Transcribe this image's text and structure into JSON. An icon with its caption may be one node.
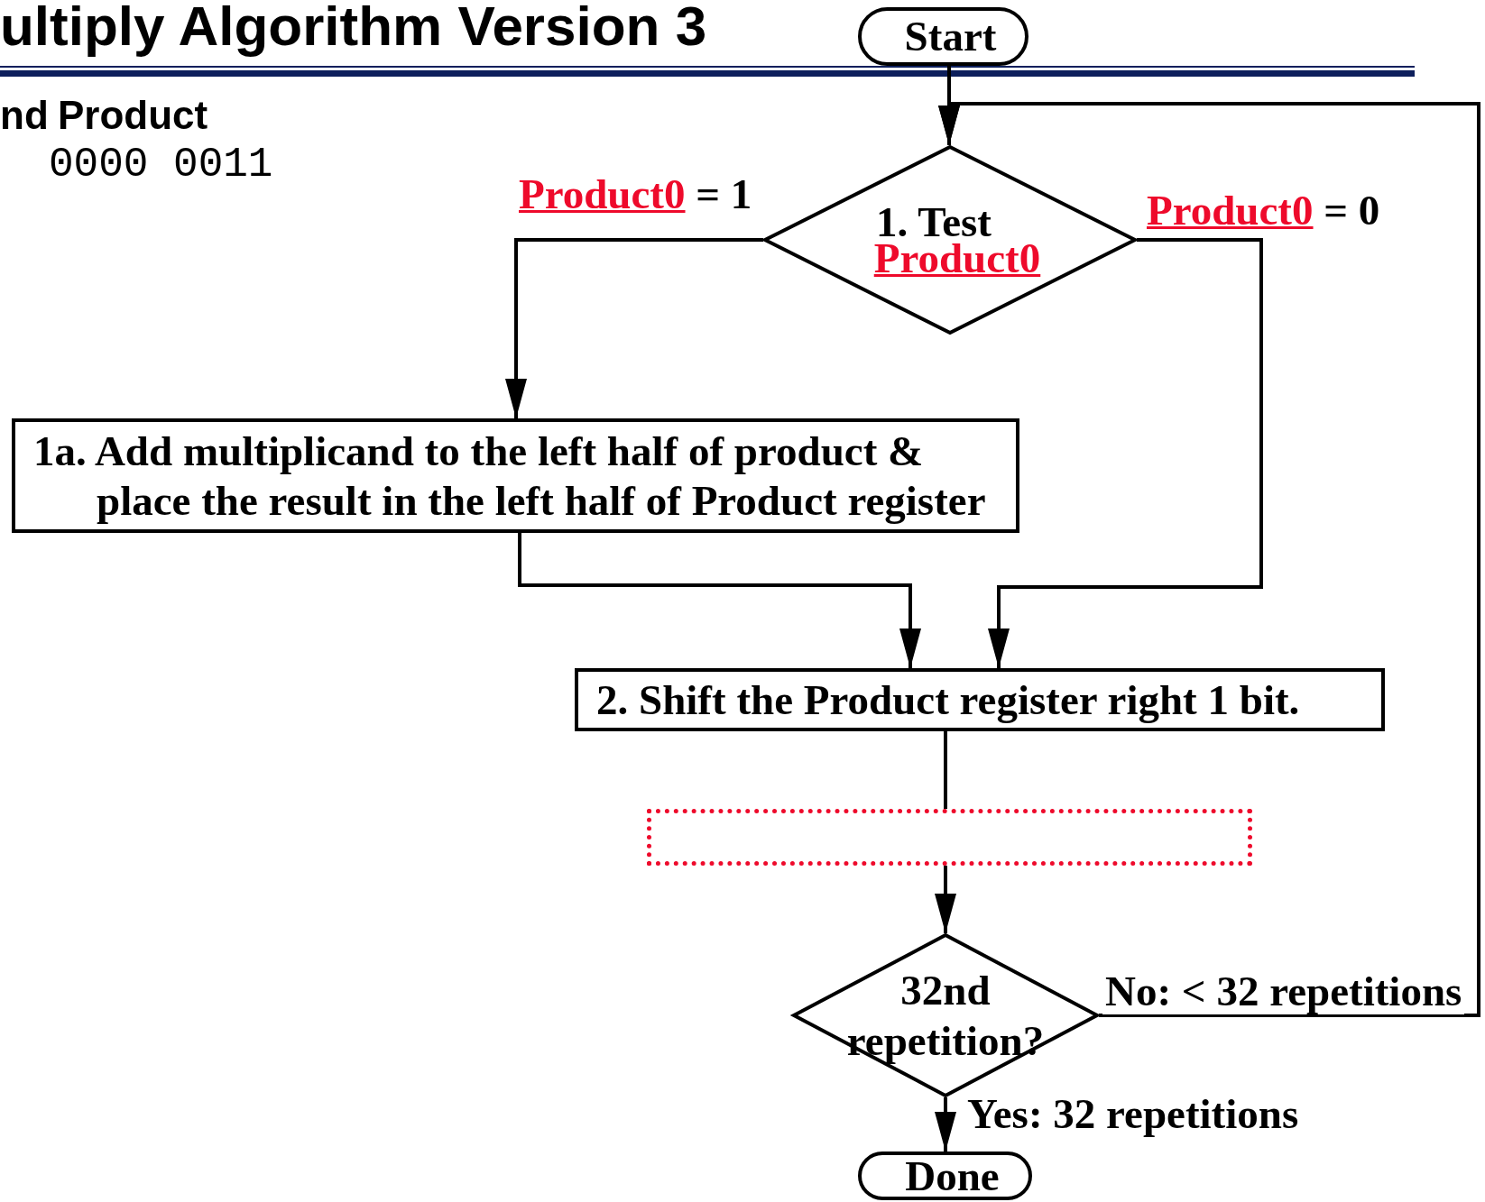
{
  "diagram": {
    "title": "ultiply Algorithm Version 3",
    "nodes": [
      {
        "text": [
          "Start"
        ]
      },
      {
        "text": [
          "1. Test",
          "Product0"
        ]
      },
      {
        "text": [
          "1a. Add multiplicand to the left half of product & place the result in the left half of Product register"
        ]
      },
      {
        "text": [
          "2. Shift the Product register right 1 bit."
        ]
      },
      {
        "text": [],
        "shape": "box"
      },
      {
        "text": [
          "32nd repetition?"
        ]
      },
      {
        "text": [
          "Done"
        ]
      }
    ],
    "edges": [
      {
        "from": 0,
        "to": 1,
        "arrow": "to"
      },
      {
        "from": 1,
        "to": 2,
        "arrow": "to",
        "label": "Product0 = 1"
      },
      {
        "from": 1,
        "to": 3,
        "arrow": "to",
        "label": "Product0 = 0"
      },
      {
        "from": 2,
        "to": 3,
        "arrow": "to"
      },
      {
        "from": 3,
        "to": 4,
        "arrow": "none"
      },
      {
        "from": 4,
        "to": 5,
        "arrow": "to"
      },
      {
        "from": 5,
        "to": 1,
        "arrow": "to",
        "label": "No: < 32 repetitions"
      },
      {
        "from": 5,
        "to": 6,
        "arrow": "to",
        "label": "Yes: 32 repetitions"
      }
    ],
    "labels": [
      "nd",
      "Product",
      "0000 0011"
    ]
  }
}
